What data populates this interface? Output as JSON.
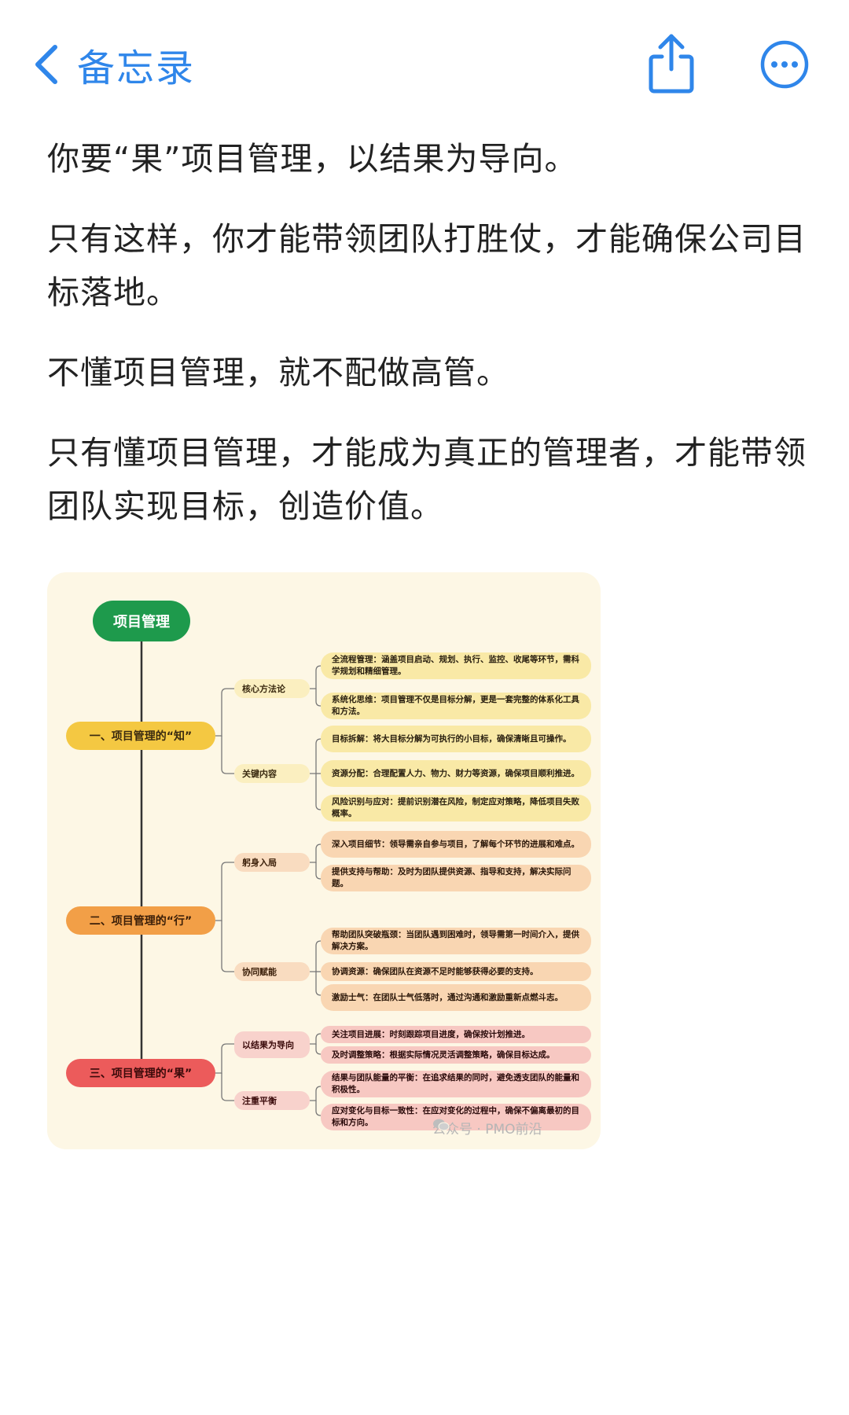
{
  "nav": {
    "back_label": "备忘录",
    "icons": [
      "chevron-left-icon",
      "share-icon",
      "more-icon"
    ],
    "accent": "#2f86ea"
  },
  "note": {
    "paragraphs": [
      "你要“果”项目管理，以结果为导向。",
      "只有这样，你才能带领团队打胜仗，才能确保公司目标落地。",
      "不懂项目管理，就不配做高管。",
      "只有懂项目管理，才能成为真正的管理者，才能带领团队实现目标，创造价值。"
    ]
  },
  "mindmap": {
    "root": "项目管理",
    "categories": [
      {
        "label": "一、项目管理的“知”",
        "color": "#f4c842",
        "groups": [
          {
            "label": "核心方法论",
            "items": [
              "全流程管理：涵盖项目启动、规划、执行、监控、收尾等环节，需科学规划和精细管理。",
              "系统化思维：项目管理不仅是目标分解，更是一套完整的体系化工具和方法。"
            ]
          },
          {
            "label": "关键内容",
            "items": [
              "目标拆解：将大目标分解为可执行的小目标，确保清晰且可操作。",
              "资源分配：合理配置人力、物力、财力等资源，确保项目顺利推进。",
              "风险识别与应对：提前识别潜在风险，制定应对策略，降低项目失败概率。"
            ]
          }
        ]
      },
      {
        "label": "二、项目管理的“行”",
        "color": "#f29f47",
        "groups": [
          {
            "label": "躬身入局",
            "items": [
              "深入项目细节：领导需亲自参与项目，了解每个环节的进展和难点。",
              "提供支持与帮助：及时为团队提供资源、指导和支持，解决实际问题。"
            ]
          },
          {
            "label": "协同赋能",
            "items": [
              "帮助团队突破瓶颈：当团队遇到困难时，领导需第一时间介入，提供解决方案。",
              "协调资源：确保团队在资源不足时能够获得必要的支持。",
              "激励士气：在团队士气低落时，通过沟通和激励重新点燃斗志。"
            ]
          }
        ]
      },
      {
        "label": "三、项目管理的“果”",
        "color": "#ec5b5b",
        "groups": [
          {
            "label": "以结果为导向",
            "items": [
              "关注项目进展：时刻跟踪项目进度，确保按计划推进。",
              "及时调整策略：根据实际情况灵活调整策略，确保目标达成。"
            ]
          },
          {
            "label": "注重平衡",
            "items": [
              "结果与团队能量的平衡：在追求结果的同时，避免透支团队的能量和积极性。",
              "应对变化与目标一致性：在应对变化的过程中，确保不偏离最初的目标和方向。"
            ]
          }
        ]
      }
    ],
    "watermark": "公众号 · PMO前沿"
  }
}
